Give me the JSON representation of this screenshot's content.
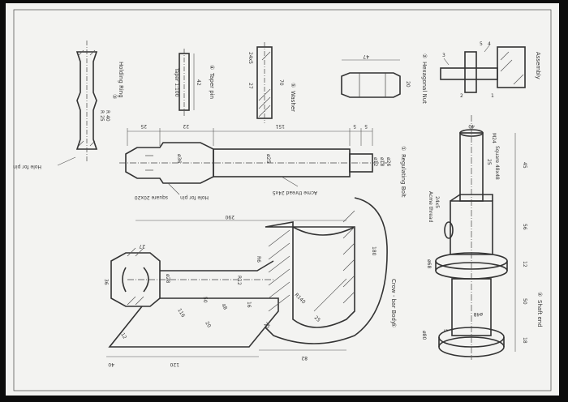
{
  "labels": {
    "holding_ring": "Holding Ring",
    "holding_ring_num": "③",
    "taper_pin": "Taper pin",
    "taper_pin_num": "④",
    "taper": "Taper 1:100",
    "washer": "Washer",
    "washer_num": "⑤",
    "hex_nut": "Hexagonal Nut",
    "hex_nut_num": "②",
    "assembly": "Assembly",
    "regulating_bolt": "Regulating Bolt",
    "regulating_bolt_num": "①",
    "hole_for_pin": "Hole for pin",
    "square": "square 20x20",
    "acme_thread": "Acme thread 24x5",
    "crow_bar": "Crow - bar Body",
    "crow_bar_num": "①",
    "shaft_end": "Shaft end",
    "shaft_end_num": "②",
    "acme_thread2": "Acme thread",
    "acme_size2": "24x5",
    "square2": "Square 48x48",
    "hole_pin_left": "Hole for pin"
  },
  "dims": {
    "d_r25": "R 25",
    "d_r40": "R 40",
    "d_42": "42",
    "d_24x5": "24x5",
    "d_27": "27",
    "d_70": "70",
    "d_47": "47",
    "d_20": "20",
    "d_25": "25",
    "d_22": "22",
    "d_151": "151",
    "d_5a": "5",
    "d_5b": "5",
    "d_d25": "ø25",
    "d_d12": "ø12",
    "d_d18": "ø18",
    "d_d26": "ø26",
    "d_d36": "ø36",
    "d_290": "290",
    "d_180": "180",
    "d_r27": "27",
    "d_r28": "ø28",
    "d_36": "36",
    "d_50": "50",
    "d_116": "116",
    "d_48": "48",
    "d_r12": "R12",
    "d_16": "16",
    "d_20b": "20",
    "d_r6": "R6",
    "d_r140": "R140",
    "d_25b": "25",
    "d_40": "40",
    "d_120": "120",
    "d_82": "82",
    "d_12": "12",
    "d_m24": "M24",
    "d_45": "45",
    "d_56": "56",
    "d_12b": "12",
    "d_50b": "50",
    "d_18": "18",
    "d_d48": "ø48",
    "d_d68": "ø68",
    "d_d80": "ø80",
    "d_5": "5",
    "d_40b": "40"
  }
}
